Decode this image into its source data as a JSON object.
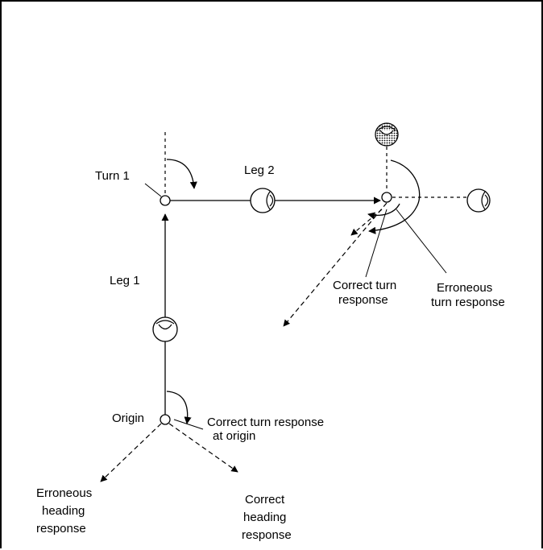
{
  "labels": {
    "turn1": "Turn 1",
    "leg2": "Leg 2",
    "leg1": "Leg 1",
    "origin": "Origin",
    "correct_turn_response_second": {
      "line1": "Correct turn",
      "line2": "response"
    },
    "erroneous_turn_response": {
      "line1": "Erroneous",
      "line2": "turn response"
    },
    "correct_turn_response_origin": {
      "line1": "Correct turn response",
      "line2": "at origin"
    },
    "erroneous_heading_response": {
      "line1": "Erroneous",
      "line2": "heading",
      "line3": "response"
    },
    "correct_heading_response": {
      "line1": "Correct",
      "line2": "heading",
      "line3": "response"
    }
  }
}
